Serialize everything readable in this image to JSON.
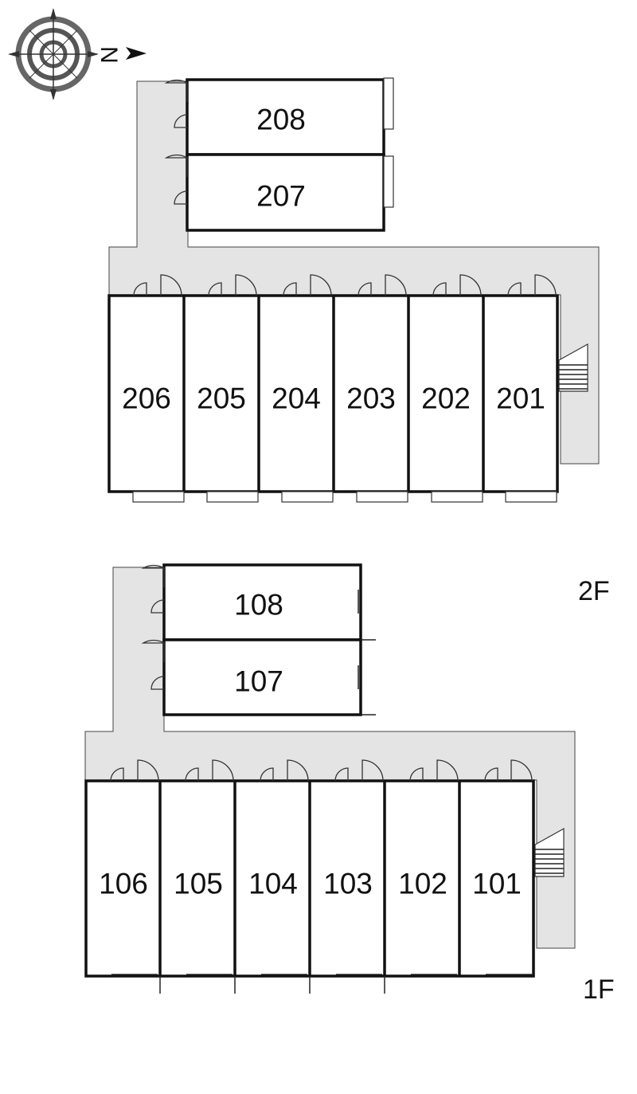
{
  "compass": {
    "north_label": "N"
  },
  "floors": {
    "second": {
      "label": "2F",
      "rooms_top": [
        "208",
        "207"
      ],
      "rooms_row": [
        "206",
        "205",
        "204",
        "203",
        "202",
        "201"
      ]
    },
    "first": {
      "label": "1F",
      "rooms_top": [
        "108",
        "107"
      ],
      "rooms_row": [
        "106",
        "105",
        "104",
        "103",
        "102",
        "101"
      ]
    }
  },
  "colors": {
    "corridor": "#e4e4e4",
    "walls": "#111111"
  }
}
